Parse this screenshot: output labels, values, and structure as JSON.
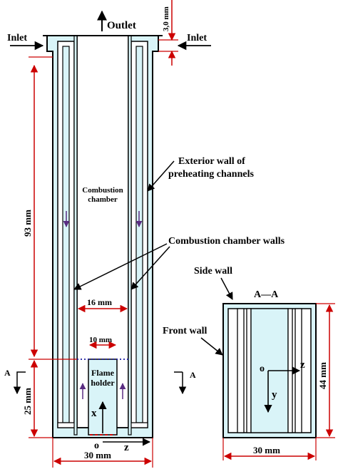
{
  "labels": {
    "outlet": "Outlet",
    "inlet_left": "Inlet",
    "inlet_right": "Inlet",
    "dim_top": "3,0 mm",
    "dim_height": "93 mm",
    "dim_bottom": "25 mm",
    "dim_width": "30 mm",
    "dim_chamber": "16 mm",
    "dim_holder": "10 mm",
    "combustion_line1": "Combustion",
    "combustion_line2": "chamber",
    "exterior_line1": "Exterior wall of",
    "exterior_line2": "preheating channels",
    "chamber_walls": "Combustion chamber walls",
    "flame_line1": "Flame",
    "flame_line2": "holder",
    "axis_x": "x",
    "axis_o": "o",
    "axis_z": "z",
    "section_a_left": "A",
    "section_a_right": "A",
    "side_wall": "Side wall",
    "section_title": "A—A",
    "front_wall": "Front wall",
    "section_o": "o",
    "section_z": "z",
    "section_y": "y",
    "dim_section_height": "44 mm",
    "dim_section_width": "30 mm"
  },
  "colors": {
    "fill": "#d9f4f8",
    "stroke": "#000000",
    "dimension": "#cc0000",
    "flow_arrow": "#5a2d82",
    "dotted_line": "#1a1aa0"
  }
}
